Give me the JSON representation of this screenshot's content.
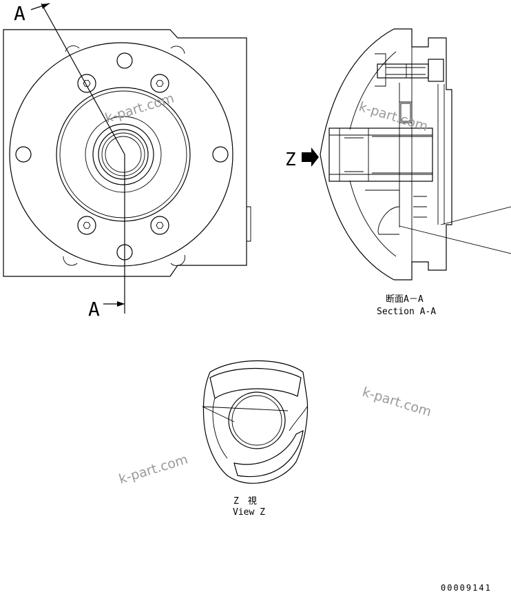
{
  "labels": {
    "section_marker_top": "A",
    "section_marker_bottom": "A",
    "view_marker": "Z",
    "section_title_jp": "断面A－A",
    "section_title_en": "Section A-A",
    "view_title_jp": "Z　視",
    "view_title_en": "View Z",
    "drawing_number": "00009141"
  },
  "watermarks": [
    "k-part.com",
    "k-part.com",
    "k-part.com"
  ]
}
